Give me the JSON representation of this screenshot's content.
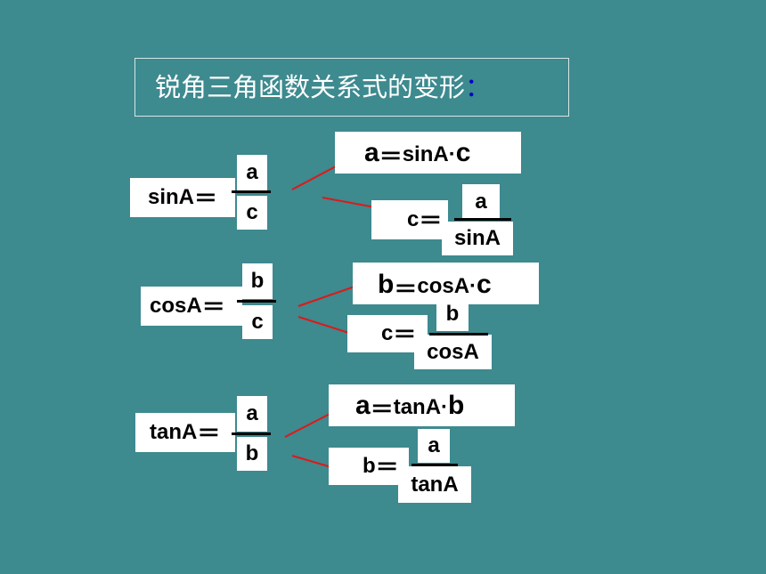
{
  "title": {
    "text": "锐角三角函数关系式的变形",
    "colon": "："
  },
  "equals": "＝",
  "dot": "·",
  "colors": {
    "background": "#3d8a8f",
    "box": "#ffffff",
    "connector": "#e01818",
    "title_colon": "#0000c8"
  },
  "groups": [
    {
      "def": {
        "lhs": "sinA",
        "num": "a",
        "den": "c"
      },
      "forms": [
        {
          "lhs": "a",
          "rhs1": "sinA",
          "rhs2": "c"
        },
        {
          "lhs": "c",
          "num": "a",
          "den": "sinA"
        }
      ]
    },
    {
      "def": {
        "lhs": "cosA",
        "num": "b",
        "den": "c"
      },
      "forms": [
        {
          "lhs": "b",
          "rhs1": "cosA",
          "rhs2": "c"
        },
        {
          "lhs": "c",
          "num": "b",
          "den": "cosA"
        }
      ]
    },
    {
      "def": {
        "lhs": "tanA",
        "num": "a",
        "den": "b"
      },
      "forms": [
        {
          "lhs": "a",
          "rhs1": "tanA",
          "rhs2": "b"
        },
        {
          "lhs": "b",
          "num": "a",
          "den": "tanA"
        }
      ]
    }
  ]
}
